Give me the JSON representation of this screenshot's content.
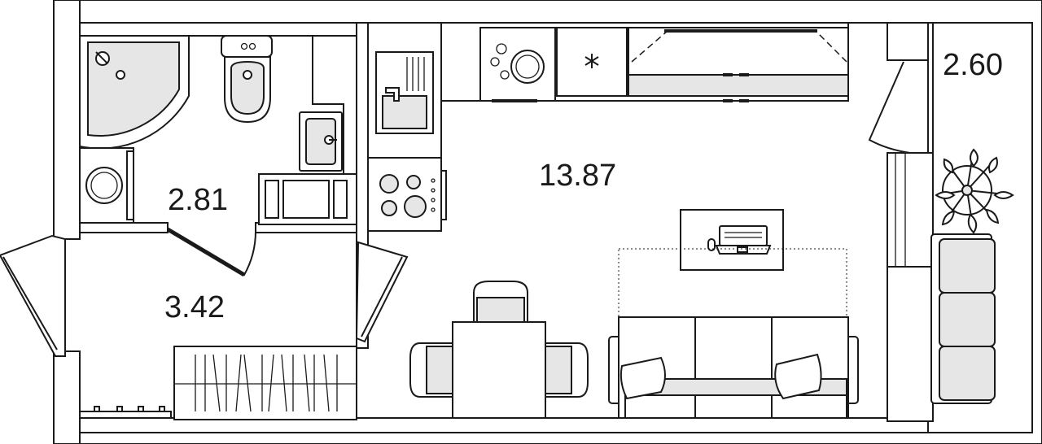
{
  "rooms": {
    "bathroom": {
      "area": "2.81"
    },
    "hallway": {
      "area": "3.42"
    },
    "living_kitchen": {
      "area": "13.87"
    },
    "balcony": {
      "area": "2.60"
    }
  },
  "colors": {
    "wall": "#1a1a1a",
    "background": "#ffffff",
    "fixture_fill": "#e6e6e6"
  }
}
